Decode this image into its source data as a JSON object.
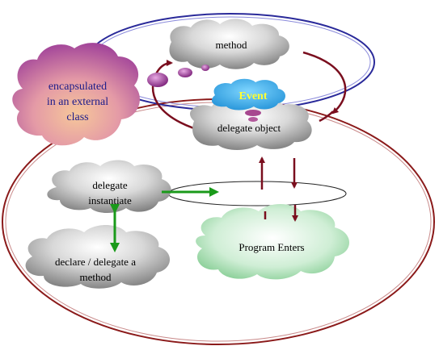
{
  "diagram": {
    "nodes": {
      "method": {
        "label": "method"
      },
      "encapsulated": {
        "lines": [
          "encapsulated",
          "in an external",
          "class"
        ]
      },
      "event": {
        "label": "Event"
      },
      "delegate_object": {
        "label": "delegate object"
      },
      "delegate_instantiate": {
        "lines": [
          "delegate",
          "instantiate"
        ]
      },
      "program_enters": {
        "label": "Program Enters"
      },
      "declare_delegate": {
        "lines": [
          "declare / delegate a",
          "method"
        ]
      }
    },
    "colors": {
      "outer_ellipse": "#8b1a1a",
      "blue_loop": "#2a2a9a",
      "dark_red_arrow": "#7a0e1e",
      "green_arrow": "#1a9a1a",
      "event_cloud": "#3fb6ee",
      "program_cloud": "#8fd49a",
      "purple_cloud": "#9e3a9a",
      "gray_cloud": "#8a8a8a"
    }
  }
}
